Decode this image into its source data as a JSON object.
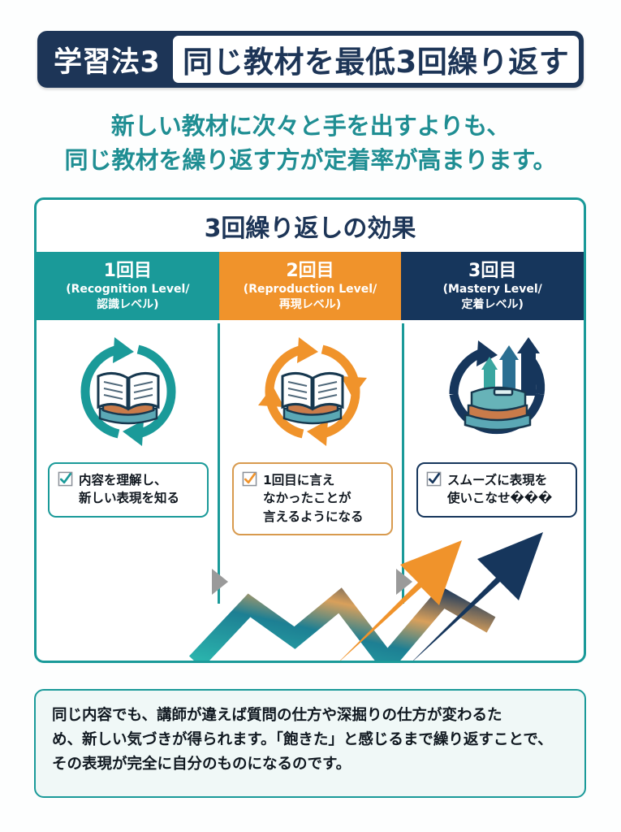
{
  "banner": {
    "tag": "学習法3",
    "title": "同じ教材を最低3回繰り返す"
  },
  "subtitle": {
    "line1": "新しい教材に次々と手を出すよりも、",
    "line2": "同じ教材を繰り返す方が定着率が高まります。"
  },
  "card": {
    "title": "3回繰り返しの効果",
    "columns": [
      {
        "number": "1回目",
        "level_en": "(Recognition Level/",
        "level_jp": "認識レベル)",
        "icon": "book-refresh-teal-icon",
        "caption_line1": "内容を理解し、",
        "caption_line2": "新しい表現を知る",
        "color": "#1a9a99"
      },
      {
        "number": "2回目",
        "level_en": "(Reproduction Level/",
        "level_jp": "再現レベル)",
        "icon": "book-refresh-orange-icon",
        "caption_line1": "1回目に言え",
        "caption_line2": "なかったことが",
        "caption_line3": "言えるようになる",
        "color": "#f0932b"
      },
      {
        "number": "3回目",
        "level_en": "(Mastery Level/",
        "level_jp": "定着レベル)",
        "icon": "book-growth-arrows-navy-icon",
        "caption_line1": "スムーズに表現を",
        "caption_line2": "使いこなせ���",
        "color": "#16365c"
      }
    ]
  },
  "note": {
    "line1": "同じ内容でも、講師が違えば質問の仕方や深掘りの仕方が変わるた",
    "line2": "め、新しい気づきが得られます。「飽きた」と感じるまで繰り返すことで、",
    "line3": "その表現が完全に自分のものになるのです。"
  }
}
